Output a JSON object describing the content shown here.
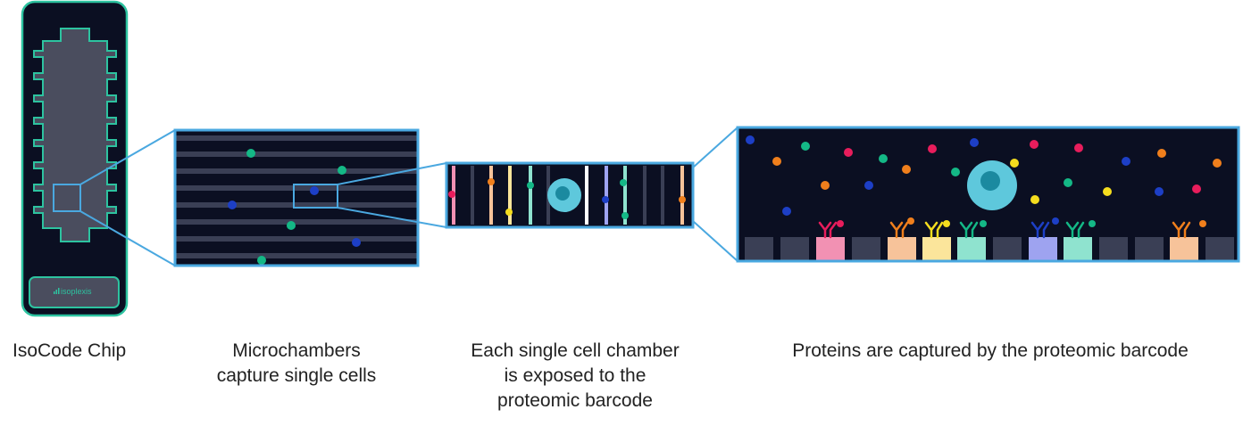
{
  "chip": {
    "logo_text": "isoplexis"
  },
  "captions": {
    "chip": "IsoCode Chip",
    "microchambers": [
      "Microchambers",
      "capture single cells"
    ],
    "single_cell": [
      "Each single cell chamber",
      "is exposed to the",
      "proteomic barcode"
    ],
    "proteins": "Proteins are captured by the proteomic barcode"
  },
  "colors": {
    "chip_border": "#2dc3a0",
    "highlight_blue": "#4aa8e0",
    "dark_panel": "#0b0f22",
    "stripe": "#3a3f55",
    "cell": "#5ec8dc",
    "nucleus": "#1b8aa0",
    "pink": "#f291b3",
    "orange": "#f7c39a",
    "yellow": "#fbe59b",
    "teal": "#8fe3cf",
    "lavender": "#9ea3f0",
    "dot_green": "#14b886",
    "dot_blue": "#1d3fc6",
    "dot_magenta": "#e81d5c",
    "dot_orange": "#f07f1c",
    "dot_yellow": "#f5dd1e"
  }
}
